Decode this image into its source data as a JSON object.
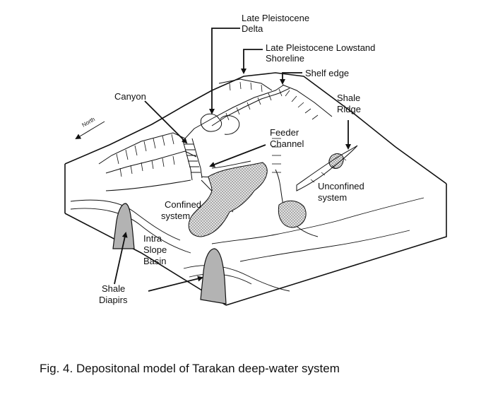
{
  "labels": {
    "delta_1": "Late Pleistocene",
    "delta_2": "Delta",
    "lowstand_1": "Late Pleistocene Lowstand",
    "lowstand_2": "Shoreline",
    "shelf_edge": "Shelf edge",
    "canyon": "Canyon",
    "shale_ridge_1": "Shale",
    "shale_ridge_2": "Ridge",
    "north": "North",
    "feeder_1": "Feeder",
    "feeder_2": "Channel",
    "unconfined_1": "Unconfined",
    "unconfined_2": "system",
    "confined_1": "Confined",
    "confined_2": "system",
    "basin_1": "Intra",
    "basin_2": "Slope",
    "basin_3": "Basin",
    "diapirs_1": "Shale",
    "diapirs_2": "Diapirs"
  },
  "caption": "Fig. 4. Depositonal model of Tarakan deep-water system",
  "colors": {
    "line": "#111111",
    "diapir_fill": "#b3b3b3",
    "fan_fill": "#d6d6d6",
    "background": "#ffffff"
  }
}
